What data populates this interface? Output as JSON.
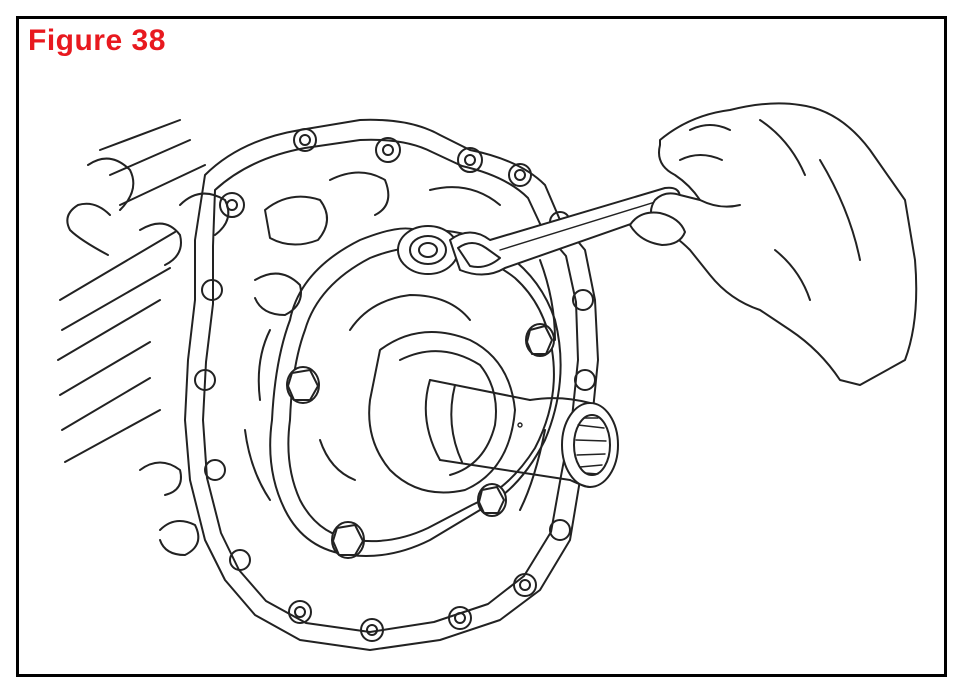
{
  "figure": {
    "label": "Figure 38",
    "label_color": "#e8191f"
  },
  "illustration": {
    "subject": "transmission-extension-housing-removal",
    "parts": [
      "transmission-case",
      "retainer-flange",
      "output-shaft",
      "bolts",
      "wrench",
      "hand"
    ]
  },
  "colors": {
    "frame": "#000000",
    "line_art": "#222222",
    "background": "#ffffff"
  }
}
